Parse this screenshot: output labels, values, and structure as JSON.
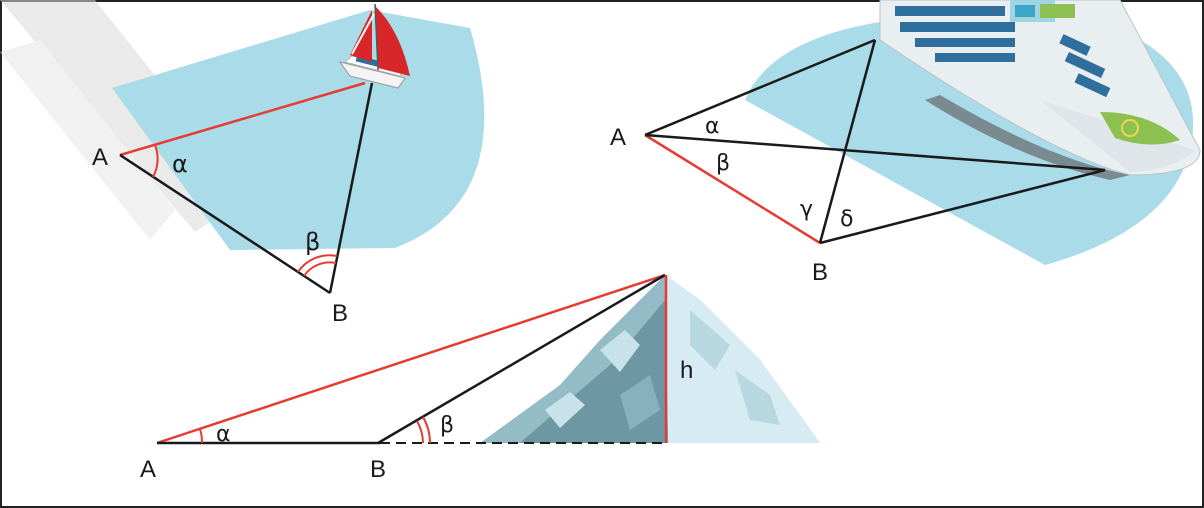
{
  "colors": {
    "water": "#a9dbe8",
    "black_line": "#1a1a1a",
    "red_line": "#e53b32",
    "sail_red": "#d9262a",
    "hull_white": "#f4f4f4",
    "ship_hull": "#e9eef1",
    "ship_window": "#2f6f9e",
    "ship_deck_green": "#8cc152",
    "mountain_dark": "#6d97a3",
    "mountain_mid": "#94bcc6",
    "mountain_light": "#d6ecf2",
    "watermark": "#d9d9d9"
  },
  "sailboat_diagram": {
    "point_a": "A",
    "point_b": "B",
    "angle_at_a": "α",
    "angle_at_b": "β",
    "icon": "sailboat-icon"
  },
  "ship_diagram": {
    "point_a": "A",
    "point_b": "B",
    "angle_alpha": "α",
    "angle_beta": "β",
    "angle_gamma": "γ",
    "angle_delta": "δ",
    "icon": "cruise-ship-icon"
  },
  "mountain_diagram": {
    "point_a": "A",
    "point_b": "B",
    "angle_at_a": "α",
    "angle_at_b": "β",
    "height": "h",
    "icon": "mountain-icon"
  }
}
